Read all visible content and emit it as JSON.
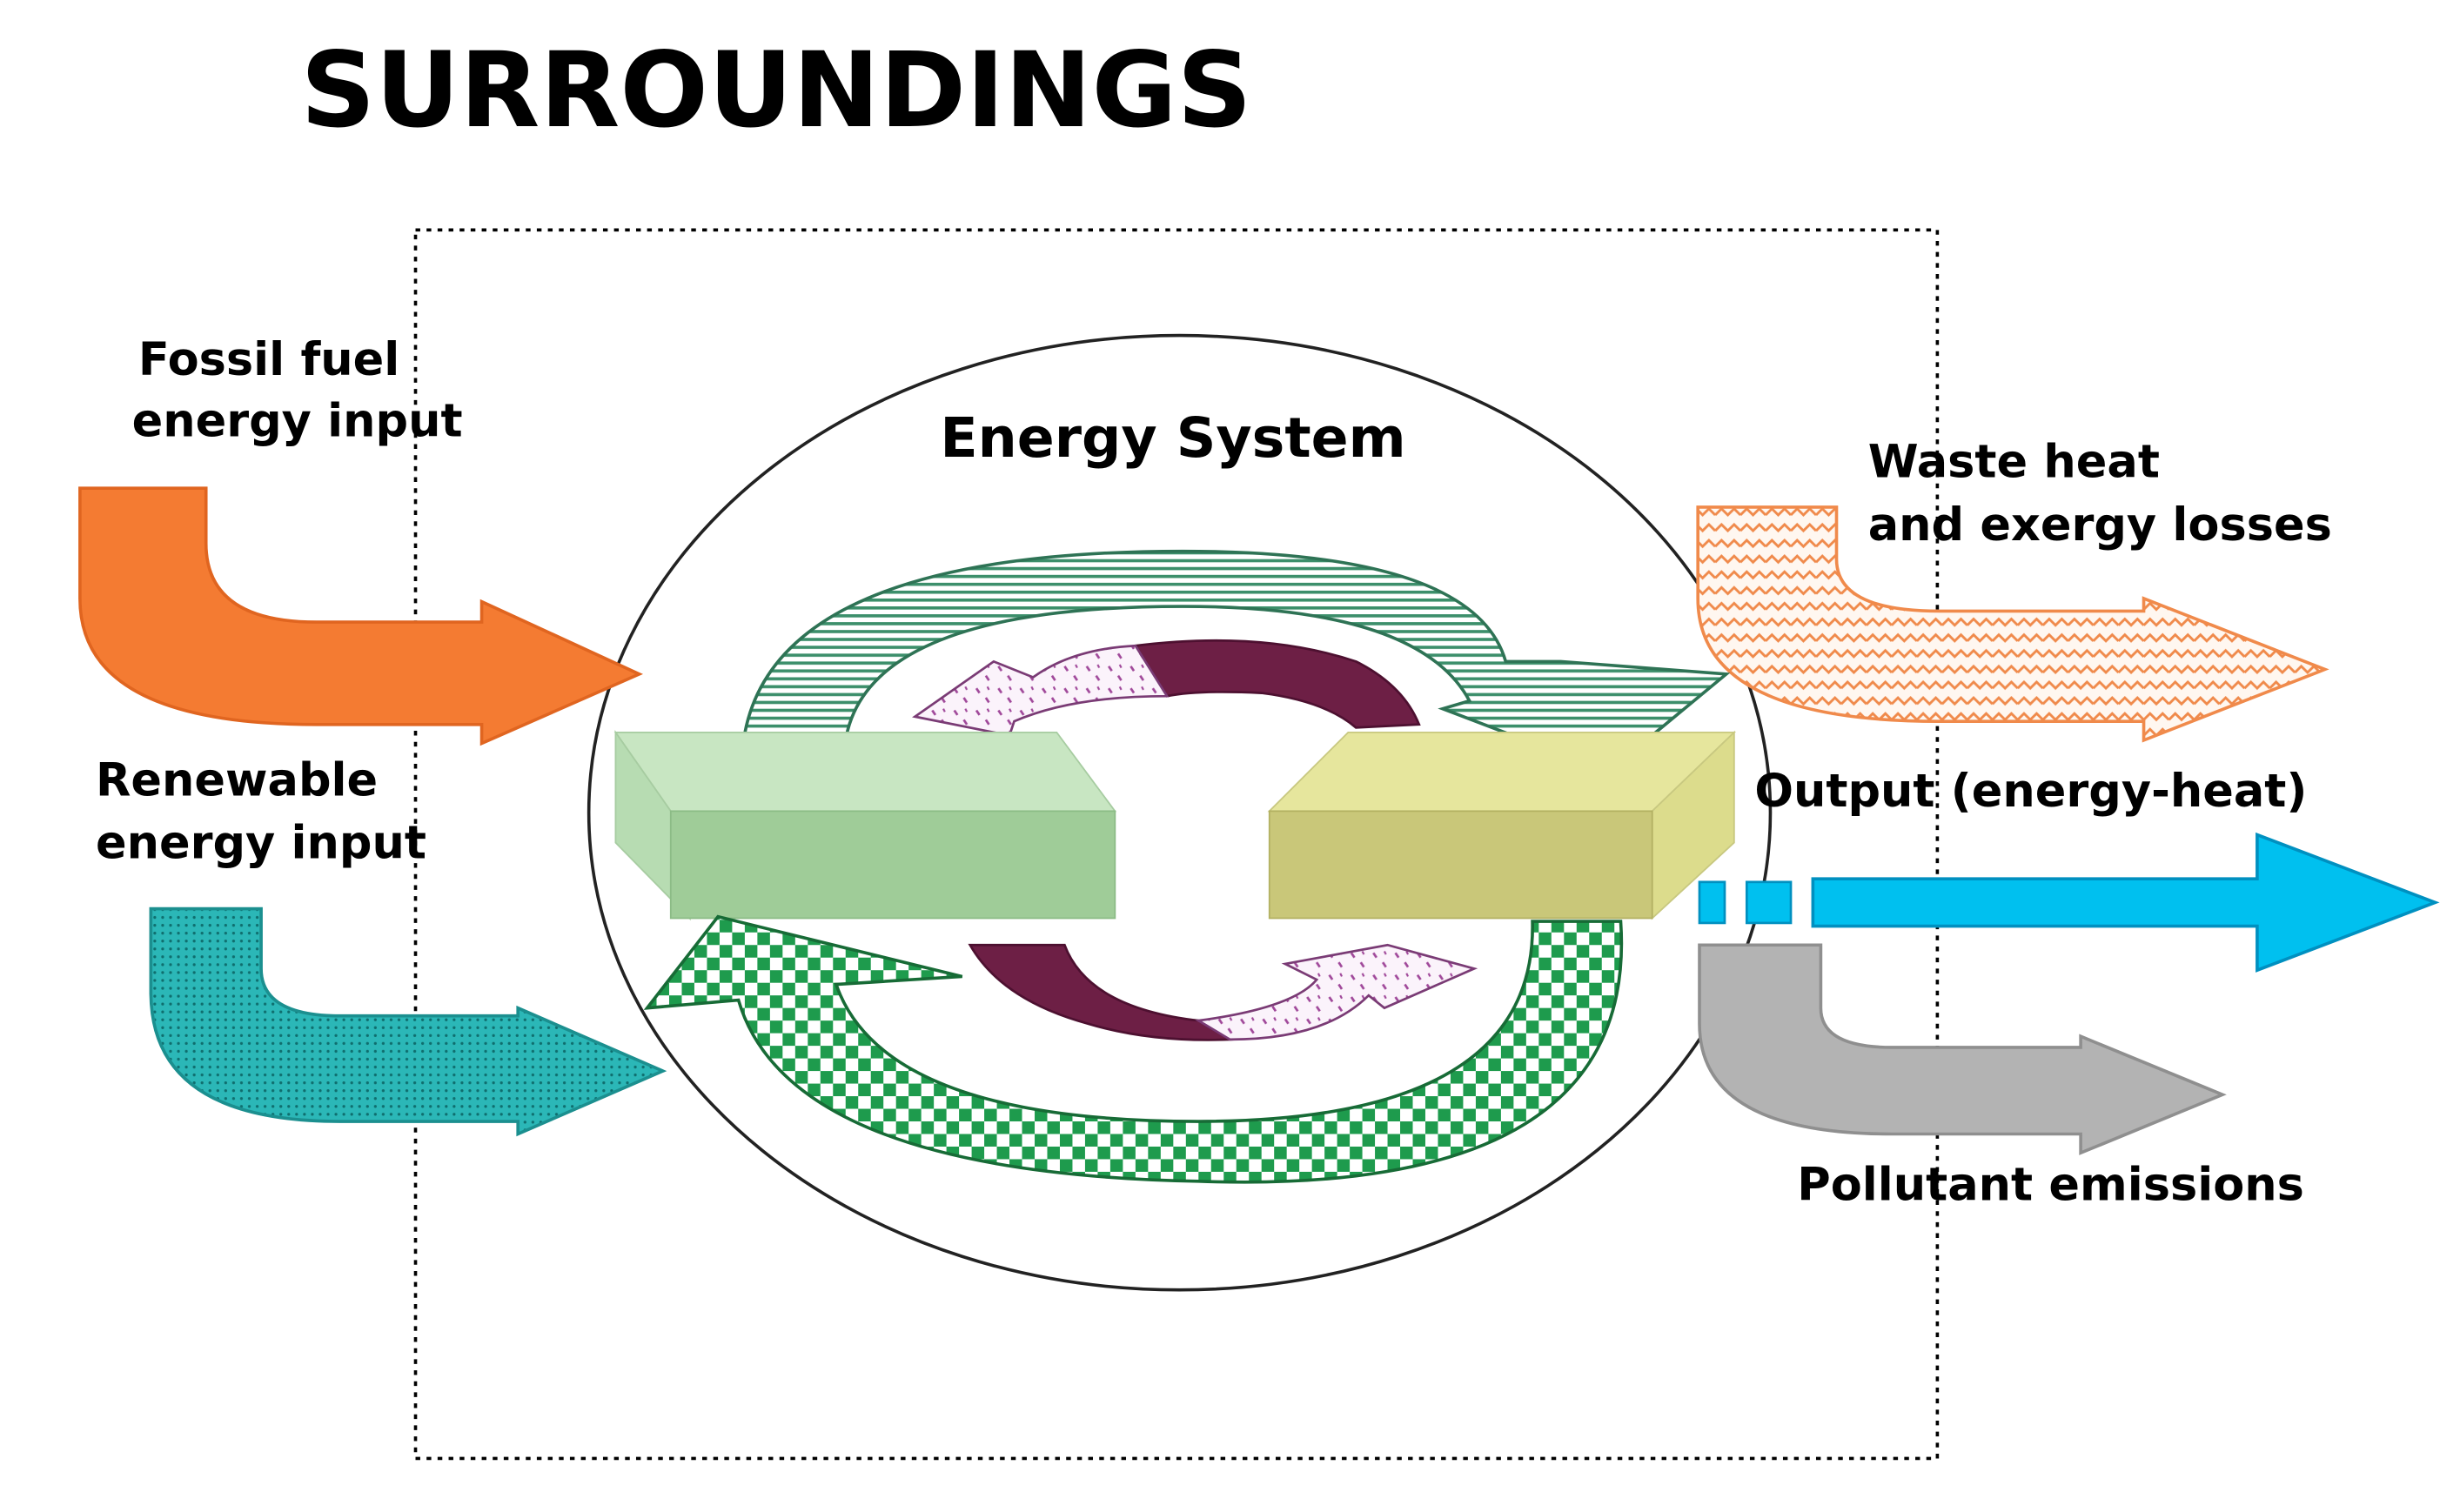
{
  "labels": {
    "surroundings": "SURROUNDINGS",
    "energy_system": "Energy System",
    "fossil_line1": "Fossil fuel",
    "fossil_line2": "energy input",
    "renewable_line1": "Renewable",
    "renewable_line2": "energy input",
    "waste_line1": "Waste heat",
    "waste_line2": "and exergy losses",
    "output": "Output (energy-heat)",
    "pollutant": "Pollutant emissions"
  },
  "colors": {
    "fossil_arrow": "#f47b32",
    "renewable_arrow": "#2bb7b7",
    "waste_arrow": "#f6a776",
    "output_arrow": "#00c0ef",
    "pollutant_arrow": "#b3b3b3",
    "top_cycle": "#3c8f6b",
    "bottom_cycle": "#1e9b4d",
    "inner_cycle_dark": "#6d1f45",
    "inner_cycle_light": "#a0489a",
    "left_block": "#9fcc98",
    "right_block": "#c9c779"
  },
  "icons": {
    "fossil_arrow": "bent-arrow-right-icon",
    "renewable_arrow": "bent-arrow-right-icon",
    "waste_arrow": "bent-arrow-right-icon",
    "output_arrow": "arrow-right-icon",
    "pollutant_arrow": "bent-arrow-right-icon"
  }
}
